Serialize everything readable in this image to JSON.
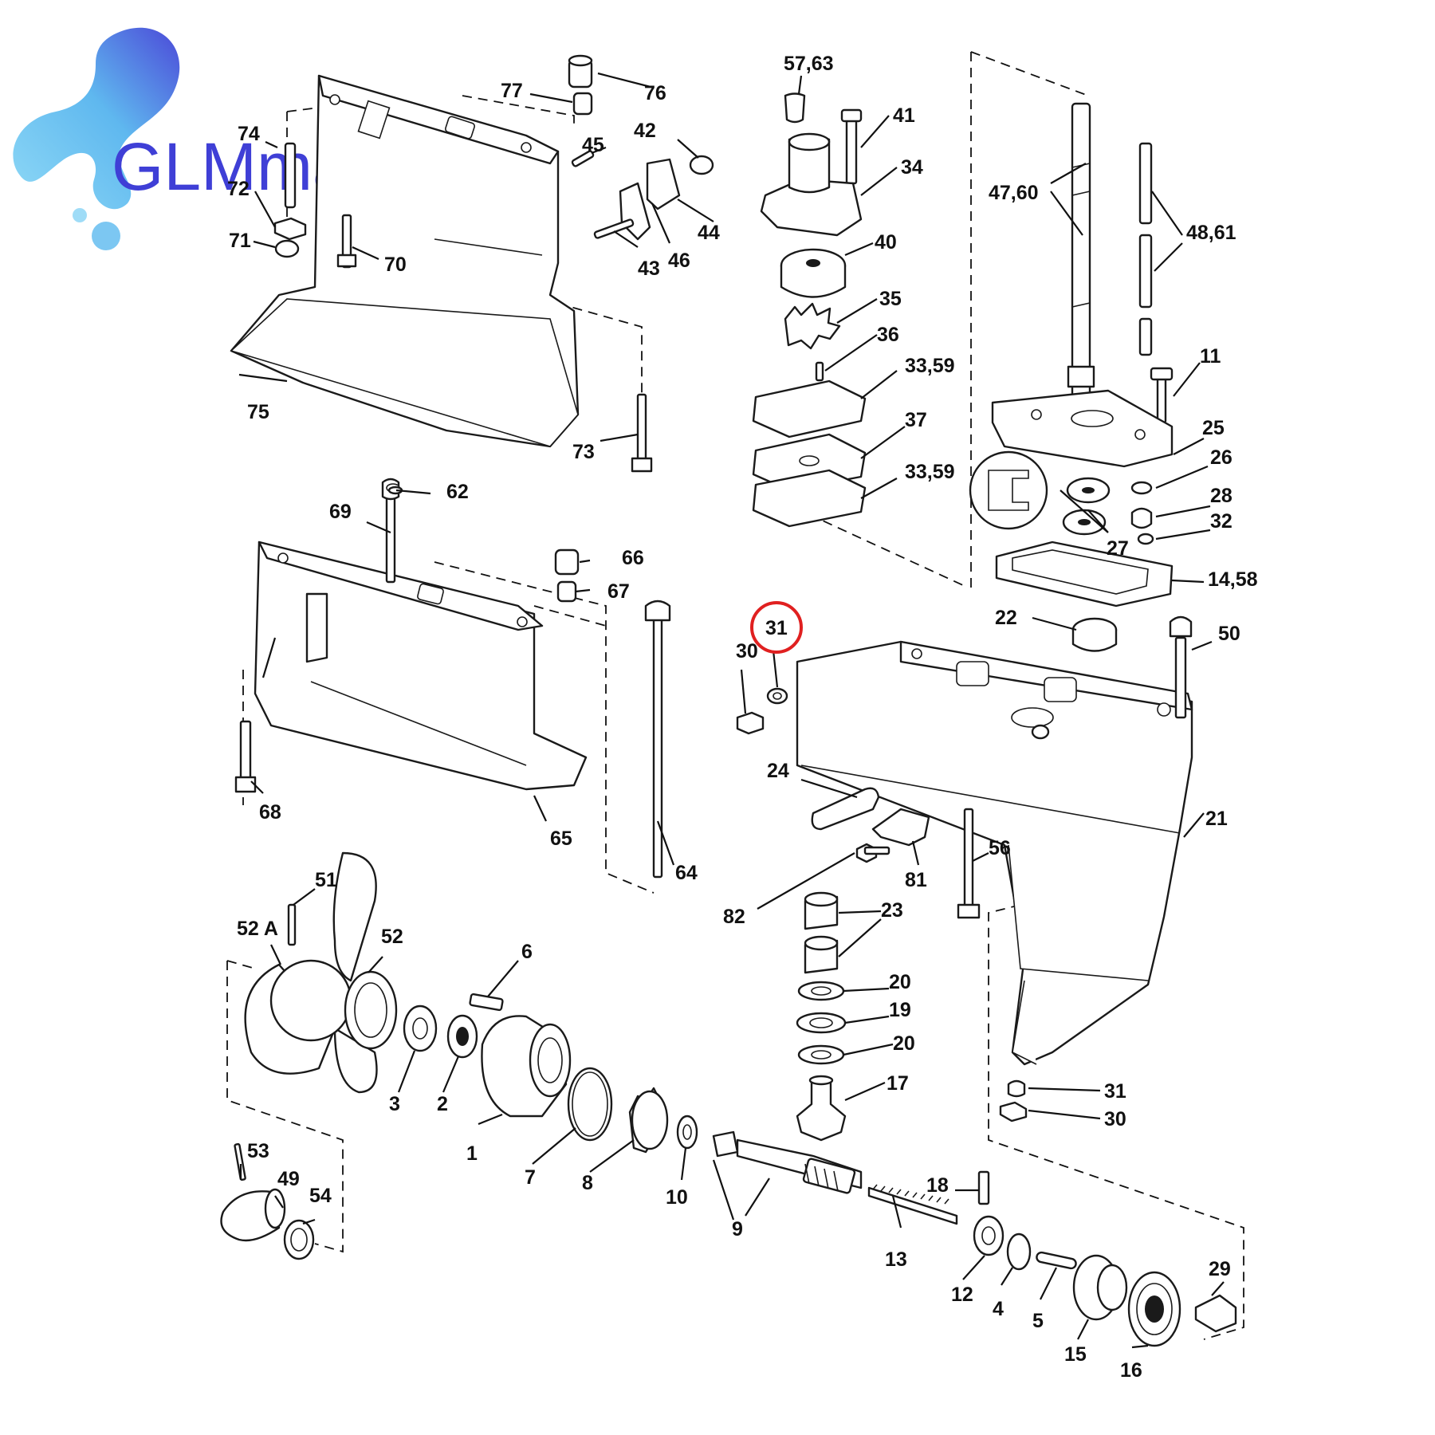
{
  "brand": {
    "logo_text": "GLMmarine",
    "logo_colors": [
      "#4b49d8",
      "#5fb8ef",
      "#8fd9f6"
    ]
  },
  "diagram": {
    "highlighted_callout": "31",
    "highlight_color": "#e02020",
    "callouts": [
      {
        "id": "c1",
        "label": "1"
      },
      {
        "id": "c2",
        "label": "2"
      },
      {
        "id": "c3",
        "label": "3"
      },
      {
        "id": "c4",
        "label": "4"
      },
      {
        "id": "c5",
        "label": "5"
      },
      {
        "id": "c6",
        "label": "6"
      },
      {
        "id": "c7",
        "label": "7"
      },
      {
        "id": "c8",
        "label": "8"
      },
      {
        "id": "c9",
        "label": "9"
      },
      {
        "id": "c10",
        "label": "10"
      },
      {
        "id": "c11",
        "label": "11"
      },
      {
        "id": "c12",
        "label": "12"
      },
      {
        "id": "c13",
        "label": "13"
      },
      {
        "id": "c14_58",
        "label": "14,58"
      },
      {
        "id": "c15",
        "label": "15"
      },
      {
        "id": "c16",
        "label": "16"
      },
      {
        "id": "c17",
        "label": "17"
      },
      {
        "id": "c18",
        "label": "18"
      },
      {
        "id": "c19",
        "label": "19"
      },
      {
        "id": "c20a",
        "label": "20"
      },
      {
        "id": "c20b",
        "label": "20"
      },
      {
        "id": "c21",
        "label": "21"
      },
      {
        "id": "c22",
        "label": "22"
      },
      {
        "id": "c23",
        "label": "23"
      },
      {
        "id": "c24",
        "label": "24"
      },
      {
        "id": "c25",
        "label": "25"
      },
      {
        "id": "c26",
        "label": "26"
      },
      {
        "id": "c27",
        "label": "27"
      },
      {
        "id": "c28",
        "label": "28"
      },
      {
        "id": "c29",
        "label": "29"
      },
      {
        "id": "c30a",
        "label": "30"
      },
      {
        "id": "c30b",
        "label": "30"
      },
      {
        "id": "c31a",
        "label": "31"
      },
      {
        "id": "c31b",
        "label": "31"
      },
      {
        "id": "c32",
        "label": "32"
      },
      {
        "id": "c33_59a",
        "label": "33,59"
      },
      {
        "id": "c33_59b",
        "label": "33,59"
      },
      {
        "id": "c34",
        "label": "34"
      },
      {
        "id": "c35",
        "label": "35"
      },
      {
        "id": "c36",
        "label": "36"
      },
      {
        "id": "c37",
        "label": "37"
      },
      {
        "id": "c40",
        "label": "40"
      },
      {
        "id": "c41",
        "label": "41"
      },
      {
        "id": "c42",
        "label": "42"
      },
      {
        "id": "c43",
        "label": "43"
      },
      {
        "id": "c44",
        "label": "44"
      },
      {
        "id": "c45",
        "label": "45"
      },
      {
        "id": "c46",
        "label": "46"
      },
      {
        "id": "c47_60",
        "label": "47,60"
      },
      {
        "id": "c48_61",
        "label": "48,61"
      },
      {
        "id": "c49",
        "label": "49"
      },
      {
        "id": "c50",
        "label": "50"
      },
      {
        "id": "c51",
        "label": "51"
      },
      {
        "id": "c52",
        "label": "52"
      },
      {
        "id": "c52a",
        "label": "52 A"
      },
      {
        "id": "c53",
        "label": "53"
      },
      {
        "id": "c54",
        "label": "54"
      },
      {
        "id": "c56",
        "label": "56"
      },
      {
        "id": "c57_63",
        "label": "57,63"
      },
      {
        "id": "c62",
        "label": "62"
      },
      {
        "id": "c64",
        "label": "64"
      },
      {
        "id": "c65",
        "label": "65"
      },
      {
        "id": "c66",
        "label": "66"
      },
      {
        "id": "c67",
        "label": "67"
      },
      {
        "id": "c68",
        "label": "68"
      },
      {
        "id": "c69",
        "label": "69"
      },
      {
        "id": "c70",
        "label": "70"
      },
      {
        "id": "c71",
        "label": "71"
      },
      {
        "id": "c72",
        "label": "72"
      },
      {
        "id": "c73",
        "label": "73"
      },
      {
        "id": "c74",
        "label": "74"
      },
      {
        "id": "c75",
        "label": "75"
      },
      {
        "id": "c76",
        "label": "76"
      },
      {
        "id": "c77",
        "label": "77"
      },
      {
        "id": "c81",
        "label": "81"
      },
      {
        "id": "c82",
        "label": "82"
      }
    ]
  }
}
